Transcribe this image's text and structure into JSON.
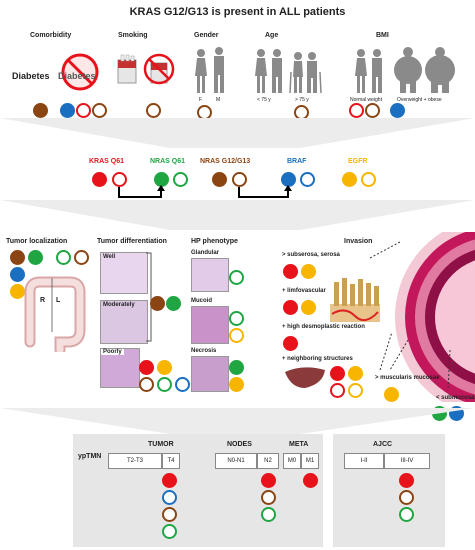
{
  "colors": {
    "red": "#e8121b",
    "green": "#1fa643",
    "brown": "#8b4513",
    "blue": "#1a6fc0",
    "yellow": "#f7b500"
  },
  "title": "KRAS G12/G13 is present in ALL patients",
  "section1": {
    "headers": {
      "comorbidity": "Comorbidity",
      "smoking": "Smoking",
      "gender": "Gender",
      "age": "Age",
      "bmi": "BMI"
    },
    "diabetes_label": "Diabetes",
    "diabetes_crossed_label": "Diabetes",
    "gender_f": "F",
    "gender_m": "M",
    "age_lt": "< 75 y",
    "age_gt": "> 75 y",
    "bmi_normal": "Normal weight",
    "bmi_over": "Overweight + obese"
  },
  "section2": {
    "kras_q61": "KRAS Q61",
    "nras_q61": "NRAS Q61",
    "nras_g12": "NRAS G12/G13",
    "braf": "BRAF",
    "egfr": "EGFR"
  },
  "section3": {
    "tumor_localization": "Tumor localization",
    "loc_r": "R",
    "loc_l": "L",
    "tumor_differentiation": "Tumor differentiation",
    "well": "Well",
    "moderately": "Moderately",
    "poorly": "Poorly",
    "hp_phenotype": "HP phenotype",
    "glandular": "Glandular",
    "mucoid": "Mucoid",
    "necrosis": "Necrosis",
    "invasion": "Invasion",
    "subserosa": "> subserosa, serosa",
    "limfovascular": "+ limfovascular",
    "desmoplastic": "+ high desmoplastic reaction",
    "neighboring": "+ neighboring  structures",
    "muscularis": "> muscularis mucosae",
    "submucosa": "< submucosa"
  },
  "section4": {
    "yptmn": "ypTMN",
    "tumor": "TUMOR",
    "t2t3": "T2-T3",
    "t4": "T4",
    "nodes": "NODES",
    "n0n1": "N0-N1",
    "n2": "N2",
    "meta": "META",
    "m0": "M0",
    "m1": "M1",
    "ajcc": "AJCC",
    "i_ii": "I-II",
    "iii_iv": "III-IV"
  }
}
